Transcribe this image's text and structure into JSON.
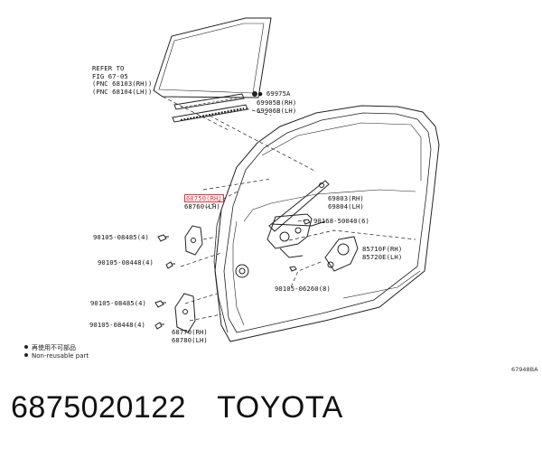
{
  "refer_note": [
    "REFER TO",
    "FIG 67-05",
    "(PNC 68103(RH))",
    "(PNC 68104(LH))"
  ],
  "labels": {
    "p69975a": "69975A",
    "p69905b": "69905B(RH)",
    "p69906b": "69906B(LH)",
    "p68750_rh": "68750(RH)",
    "p68760": "68760(LH)",
    "p69803": "69803(RH)",
    "p69804": "69804(LH)",
    "p90168": "90168-50040(6)",
    "p85710f": "85710F(RH)",
    "p85720e": "85720E(LH)",
    "p90105_06260": "90105-06260(8)",
    "p90105_08485a": "90105-08485(4)",
    "p90105_08448a": "90105-08448(4)",
    "p90105_08485b": "90105-08485(4)",
    "p90105_08448b": "90105-08448(4)",
    "p68770": "68770(RH)",
    "p68780": "68780(LH)"
  },
  "legend": [
    "再使用不可部品",
    "Non-reusable part"
  ],
  "figure_code": "67948BA",
  "footer": {
    "part_number": "6875020122",
    "brand": "TOYOTA"
  },
  "colors": {
    "highlight": "#e8313a",
    "ink": "#222222"
  }
}
